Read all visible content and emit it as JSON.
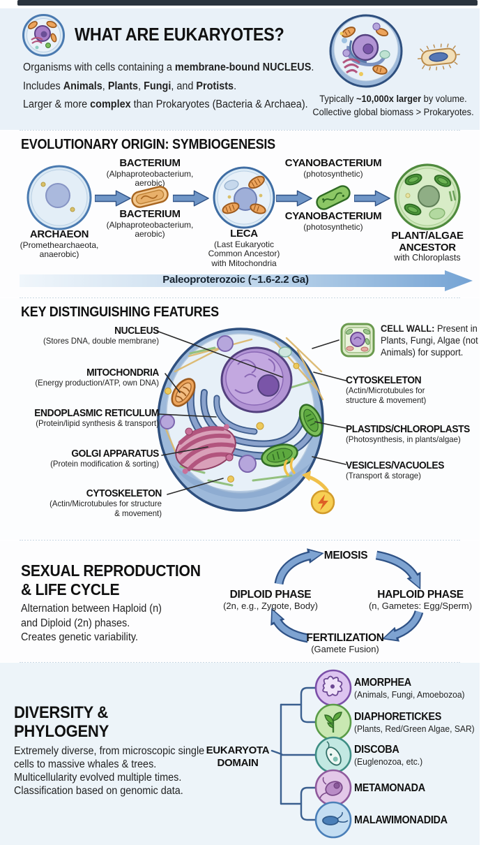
{
  "colors": {
    "accent_blue": "#6f95c6",
    "accent_blue_dark": "#2f5286",
    "section_tint": "#e9f1f8",
    "timeline_blue": "#74a3d4"
  },
  "intro": {
    "title": "WHAT ARE EUKARYOTES?",
    "lines": [
      [
        {
          "t": "Organisms with cells containing a "
        },
        {
          "t": "membrane-bound NUCLEUS",
          "b": 1
        },
        {
          "t": "."
        }
      ],
      [
        {
          "t": "Includes "
        },
        {
          "t": "Animals",
          "b": 1
        },
        {
          "t": ", "
        },
        {
          "t": "Plants",
          "b": 1
        },
        {
          "t": ", "
        },
        {
          "t": "Fungi",
          "b": 1
        },
        {
          "t": ", and "
        },
        {
          "t": "Protists",
          "b": 1
        },
        {
          "t": "."
        }
      ],
      [
        {
          "t": "Larger & more "
        },
        {
          "t": "complex",
          "b": 1
        },
        {
          "t": " than Prokaryotes (Bacteria & Archaea)."
        }
      ]
    ],
    "size_note_lines": [
      [
        {
          "t": "Typically "
        },
        {
          "t": "~10,000x larger",
          "b": 1
        },
        {
          "t": " by volume."
        }
      ],
      [
        {
          "t": "Collective global biomass > Prokaryotes."
        }
      ]
    ]
  },
  "origin": {
    "title": "EVOLUTIONARY ORIGIN: SYMBIOGENESIS",
    "archaeon_name": "ARCHAEON",
    "archaeon_sub": "(Promethearchaeota, anaerobic)",
    "bacterium_name": "BACTERIUM",
    "bacterium_sub": "(Alphaproteobacterium, aerobic)",
    "leca_name": "LECA",
    "leca_sub": "(Last Eukaryotic Common Ancestor)",
    "leca_sub2": "with Mitochondria",
    "cyano_name": "CYANOBACTERIUM",
    "cyano_sub": "(photosynthetic)",
    "plant_name": "PLANT/ALGAE ANCESTOR",
    "plant_sub": "with Chloroplasts",
    "timeline_label": "Paleoproterozoic (~1.6-2.2 Ga)"
  },
  "features": {
    "title": "KEY DISTINGUISHING FEATURES",
    "labels_left": [
      {
        "name": "NUCLEUS",
        "desc": "(Stores DNA, double membrane)"
      },
      {
        "name": "MITOCHONDRIA",
        "desc": "(Energy production/ATP, own DNA)"
      },
      {
        "name": "ENDOPLASMIC RETICULUM",
        "desc": "(Protein/lipid synthesis & transport)"
      },
      {
        "name": "GOLGI APPARATUS",
        "desc": "(Protein modification & sorting)"
      },
      {
        "name": "CYTOSKELETON",
        "desc": "(Actin/Microtubules for structure & movement)"
      }
    ],
    "cell_wall_rich": [
      {
        "t": "CELL WALL: ",
        "b": 1
      },
      {
        "t": "Present in Plants, Fungi, Algae (not Animals) for support."
      }
    ],
    "labels_right": [
      {
        "name": "CYTOSKELETON",
        "desc": "(Actin/Microtubules for structure & movement)"
      },
      {
        "name": "PLASTIDS/CHLOROPLASTS",
        "desc": "(Photosynthesis, in plants/algae)"
      },
      {
        "name": "VESICLES/VACUOLES",
        "desc": "(Transport & storage)"
      }
    ],
    "energy_icon": "⚡"
  },
  "lifecycle": {
    "title_line1": "SEXUAL REPRODUCTION",
    "title_line2": "& LIFE CYCLE",
    "body_lines": [
      "Alternation between Haploid (n)",
      "and Diploid (2n) phases.",
      "Creates genetic variability."
    ],
    "meiosis_name": "MEIOSIS",
    "haploid_name": "HAPLOID PHASE",
    "haploid_sub": "(n, Gametes: Egg/Sperm)",
    "fertilization_name": "FERTILIZATION",
    "fertilization_sub": "(Gamete Fusion)",
    "diploid_name": "DIPLOID PHASE",
    "diploid_sub": "(2n, e.g., Zygote, Body)"
  },
  "phylogeny": {
    "title_line1": "DIVERSITY &",
    "title_line2": "PHYLOGENY",
    "body": "Extremely diverse, from microscopic single cells to massive whales & trees. Multicellularity evolved multiple times. Classification based on genomic data.",
    "root_line1": "EUKARYOTA",
    "root_line2": "DOMAIN",
    "clades": [
      {
        "name": "AMORPHEA",
        "desc": "(Animals, Fungi, Amoebozoa)",
        "color": "#ddc4f0",
        "border": "#7b4fa8",
        "icon": "amoeba-icon"
      },
      {
        "name": "DIAPHORETICKES",
        "desc": "(Plants, Red/Green Algae, SAR)",
        "color": "#c9e8b2",
        "border": "#5a9c47",
        "icon": "seedling-icon"
      },
      {
        "name": "DISCOBA",
        "desc": "(Euglenozoa, etc.)",
        "color": "#c2e8e2",
        "border": "#3e8e84",
        "icon": "euglena-icon"
      },
      {
        "name": "METAMONADA",
        "desc": "",
        "color": "#e3c8e8",
        "border": "#8f5a9c",
        "icon": "flagellate-icon"
      },
      {
        "name": "MALAWIMONADIDA",
        "desc": "",
        "color": "#c3ddf2",
        "border": "#4a7fb8",
        "icon": "biflagellate-icon"
      }
    ]
  }
}
